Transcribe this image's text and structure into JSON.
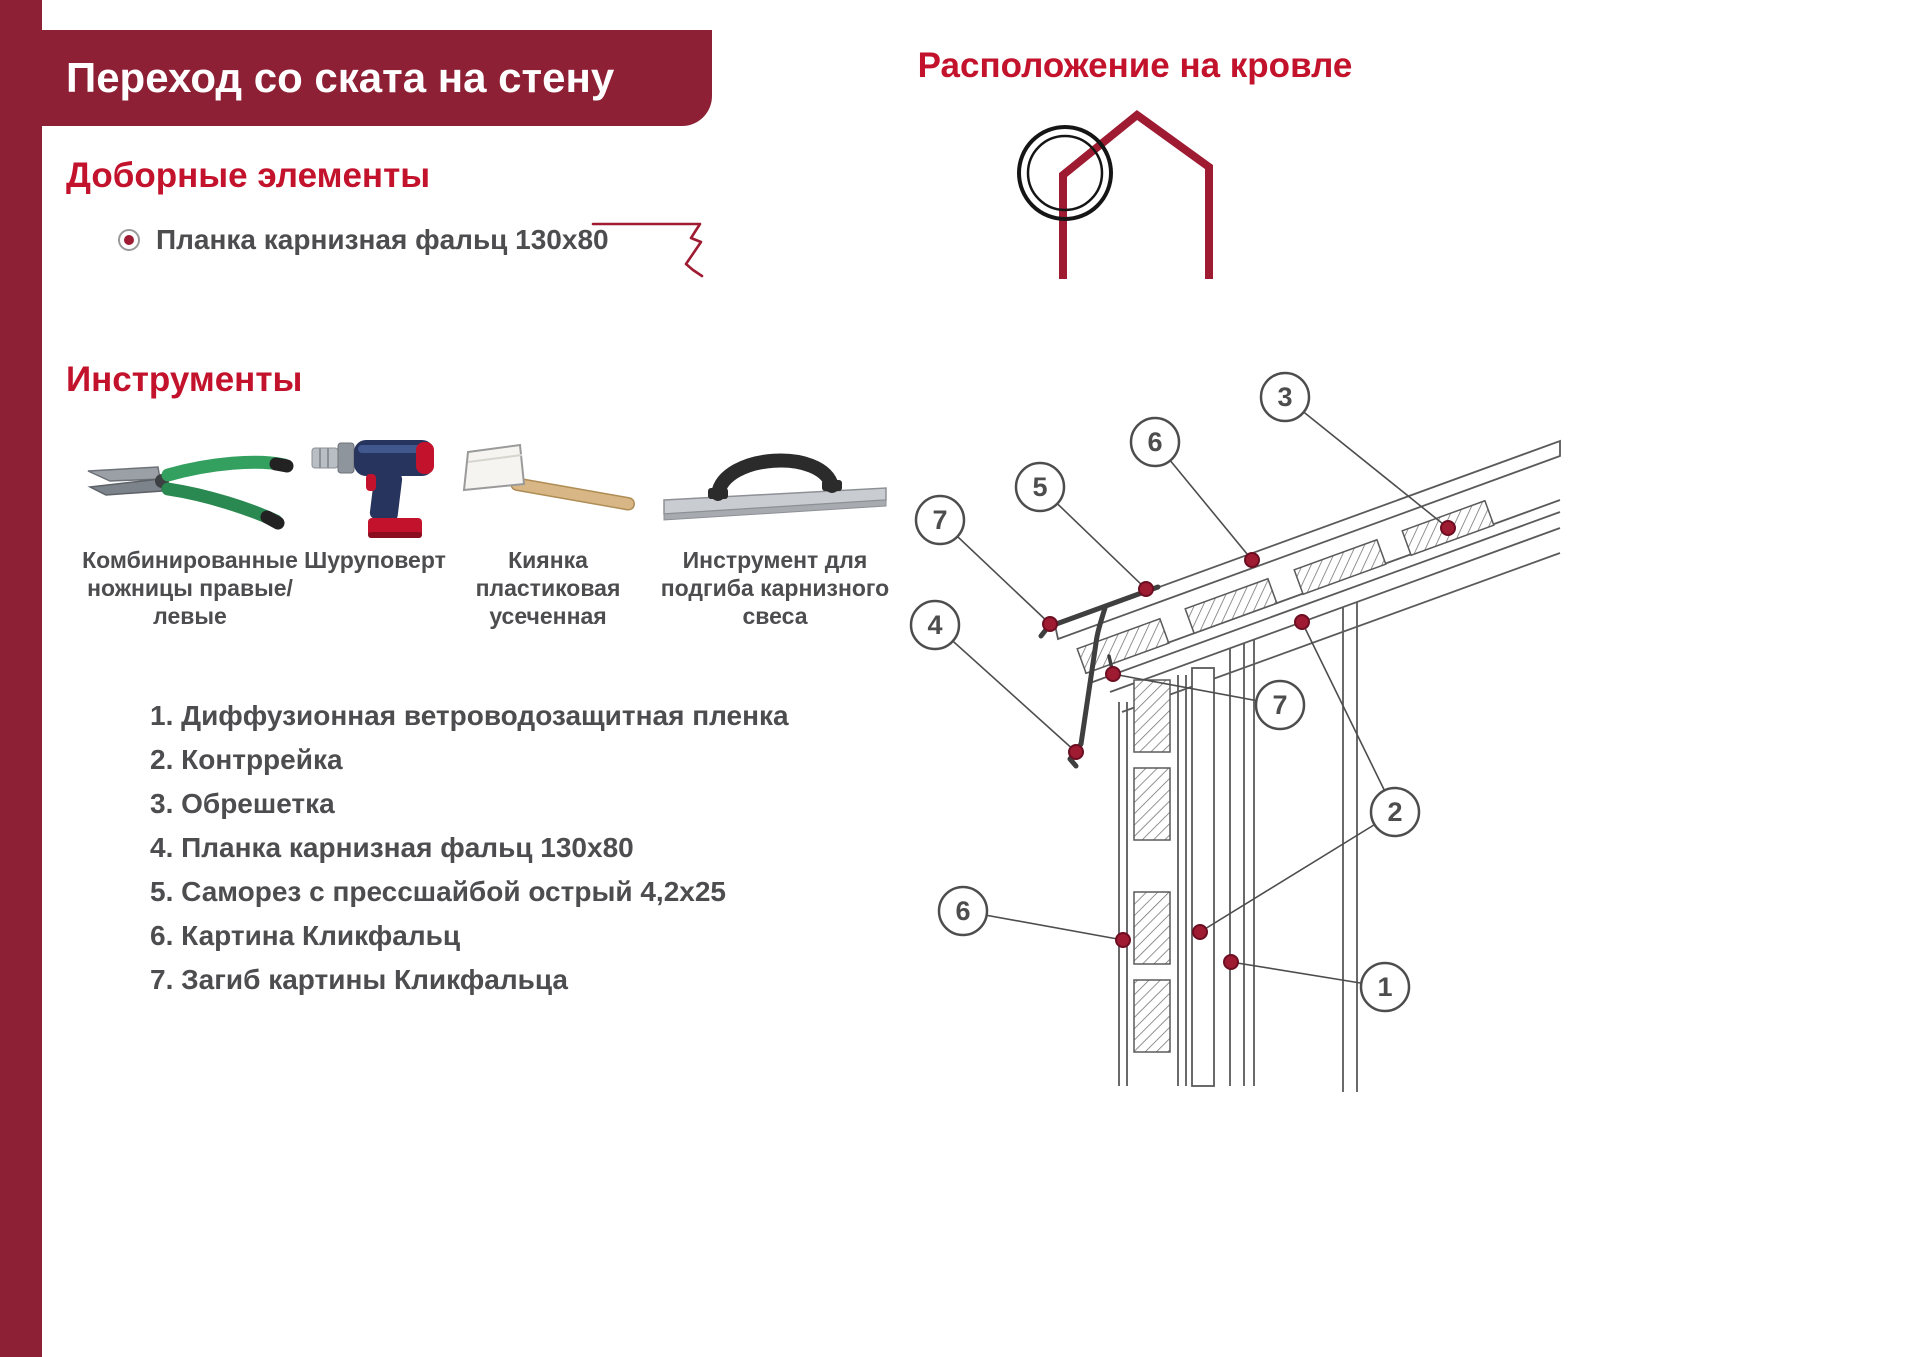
{
  "colors": {
    "banner_red": "#8e2035",
    "heading_red": "#c3122c",
    "dark_red": "#9e1b32",
    "text_gray": "#4d4d4f"
  },
  "header": {
    "title": "Переход со ската на стену"
  },
  "roof_location": {
    "title": "Расположение на кровле"
  },
  "elements": {
    "heading": "Доборные элементы",
    "items": [
      {
        "label": "Планка карнизная фальц 130x80"
      }
    ]
  },
  "tools": {
    "heading": "Инструменты",
    "items": [
      {
        "icon": "snips-icon",
        "label": "Комбинированные ножницы правые/левые"
      },
      {
        "icon": "drill-icon",
        "label": "Шуруповерт"
      },
      {
        "icon": "mallet-icon",
        "label": "Киянка пластиковая усеченная"
      },
      {
        "icon": "hem-bender-icon",
        "label": "Инструмент для подгиба карнизного свеса"
      }
    ]
  },
  "legend": {
    "items": [
      "1. Диффузионная ветроводозащитная пленка",
      "2. Контррейка",
      "3. Обрешетка",
      "4. Планка карнизная фальц 130x80",
      "5. Саморез с прессшайбой острый 4,2x25",
      "6. Картина Кликфальц",
      "7. Загиб картины Кликфальца"
    ]
  },
  "diagram": {
    "callouts": [
      "3",
      "6",
      "5",
      "7",
      "4",
      "7",
      "2",
      "6",
      "1"
    ]
  }
}
